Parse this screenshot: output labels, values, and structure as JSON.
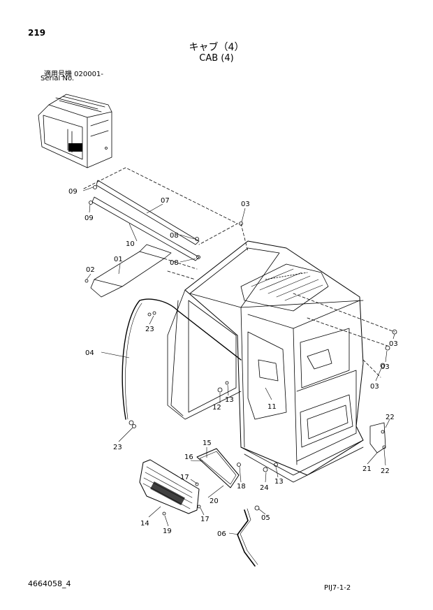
{
  "header": {
    "page_number": "219",
    "title_jp": "キャブ（4）",
    "title_en": "CAB (4)",
    "serial_jp": "適用号機  020001-",
    "serial_en": "Serial No."
  },
  "callouts": {
    "c01": "01",
    "c02": "02",
    "c03a": "03",
    "c03b": "03",
    "c03c": "03",
    "c03d": "03",
    "c04": "04",
    "c05": "05",
    "c06": "06",
    "c07": "07",
    "c08a": "08",
    "c08b": "08",
    "c09a": "09",
    "c09b": "09",
    "c10": "10",
    "c11": "11",
    "c12": "12",
    "c13a": "13",
    "c13b": "13",
    "c14": "14",
    "c15": "15",
    "c16": "16",
    "c17a": "17",
    "c17b": "17",
    "c18": "18",
    "c19": "19",
    "c20": "20",
    "c21": "21",
    "c22a": "22",
    "c22b": "22",
    "c23a": "23",
    "c23b": "23",
    "c24": "24"
  },
  "footer": {
    "drawing_number": "4664058_4",
    "sheet_code": "PIJ7-1-2"
  }
}
